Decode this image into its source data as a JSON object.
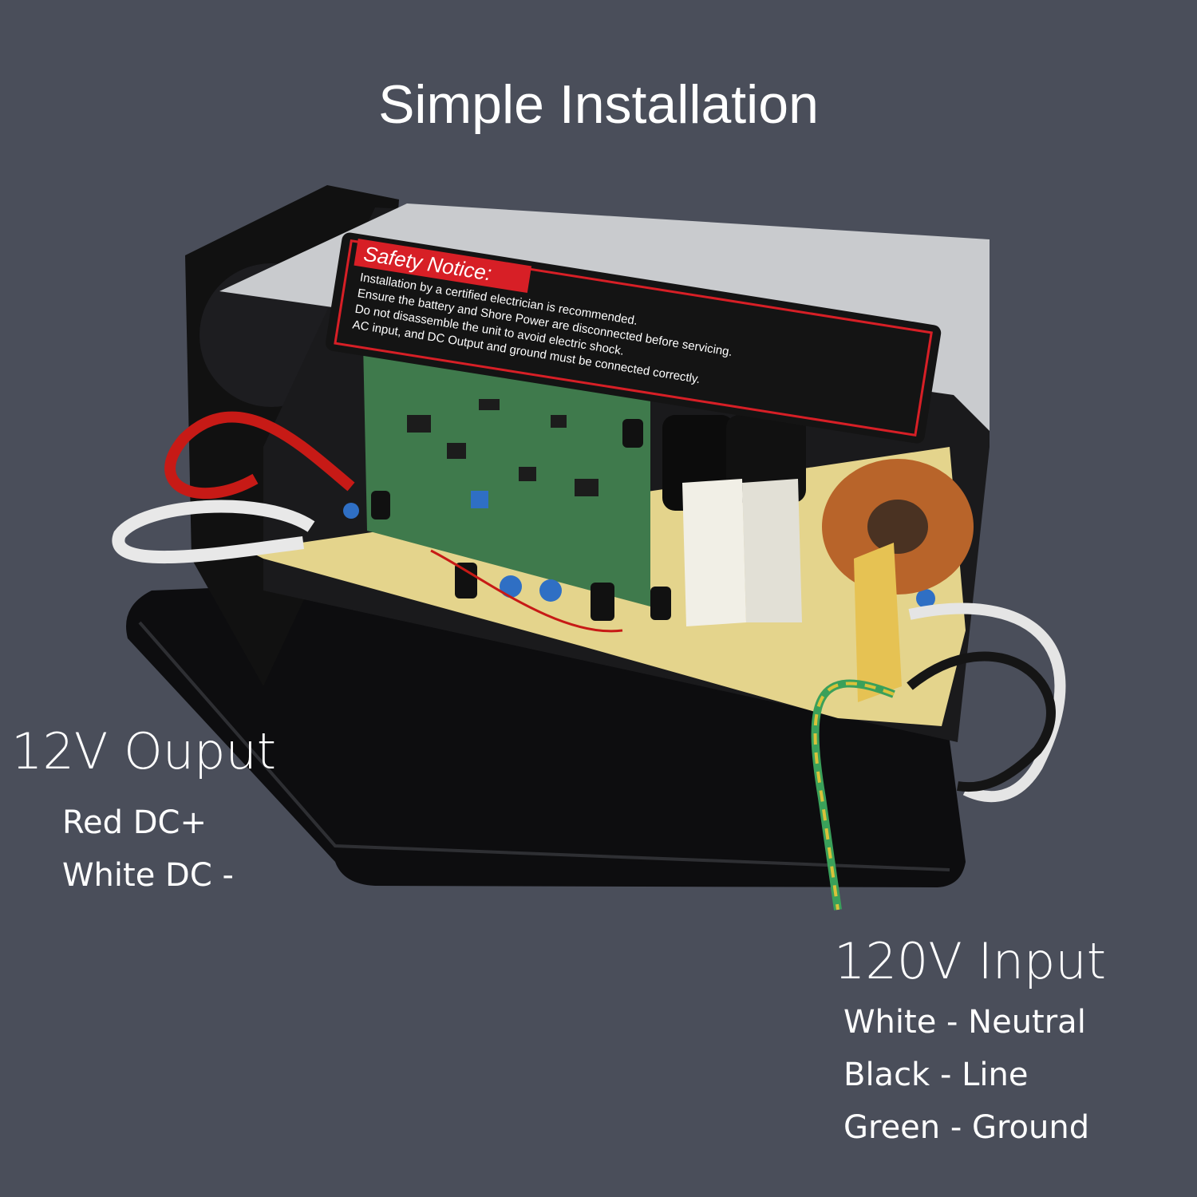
{
  "title": "Simple Installation",
  "output": {
    "heading": "12V Ouput",
    "lines": [
      "Red DC+",
      "White DC -"
    ]
  },
  "input": {
    "heading": "120V Input",
    "lines": [
      "White - Neutral",
      "Black - Line",
      "Green - Ground"
    ]
  },
  "safety_label": {
    "title": "Safety Notice:",
    "items": [
      "Installation by a certified electrician is recommended.",
      "Ensure the battery and Shore Power are disconnected before servicing.",
      "Do not disassemble the unit to avoid electric shock.",
      "AC input, and DC Output and ground must be connected correctly."
    ]
  },
  "colors": {
    "background": "#4a4e5a",
    "label_red": "#d71f26",
    "pcb_green": "#3f7a4c",
    "board_yellow": "#e6d58d"
  }
}
